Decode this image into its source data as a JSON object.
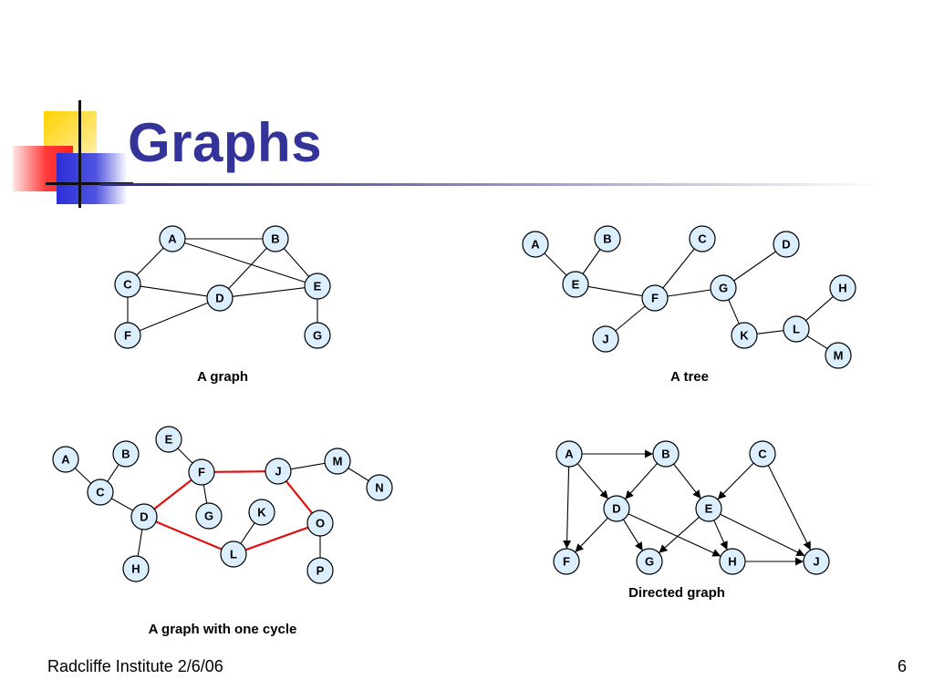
{
  "slide": {
    "title": "Graphs",
    "footer": "Radcliffe Institute 2/6/06",
    "page_number": "6"
  },
  "colors": {
    "title": "#333399",
    "node_fill": "#dcefff",
    "cycle_edge": "#e01010"
  },
  "diagrams": [
    {
      "id": "graph",
      "caption": "A graph",
      "nodes": [
        "A",
        "B",
        "C",
        "D",
        "E",
        "F",
        "G"
      ],
      "edges": [
        [
          "A",
          "B"
        ],
        [
          "A",
          "C"
        ],
        [
          "A",
          "E"
        ],
        [
          "B",
          "D"
        ],
        [
          "B",
          "E"
        ],
        [
          "C",
          "D"
        ],
        [
          "C",
          "F"
        ],
        [
          "D",
          "E"
        ],
        [
          "D",
          "F"
        ],
        [
          "E",
          "G"
        ]
      ]
    },
    {
      "id": "tree",
      "caption": "A tree",
      "nodes": [
        "A",
        "B",
        "C",
        "D",
        "E",
        "F",
        "G",
        "H",
        "J",
        "K",
        "L",
        "M"
      ],
      "edges": [
        [
          "A",
          "E"
        ],
        [
          "B",
          "E"
        ],
        [
          "E",
          "F"
        ],
        [
          "C",
          "F"
        ],
        [
          "F",
          "G"
        ],
        [
          "F",
          "J"
        ],
        [
          "G",
          "D"
        ],
        [
          "G",
          "K"
        ],
        [
          "K",
          "L"
        ],
        [
          "L",
          "H"
        ],
        [
          "L",
          "M"
        ]
      ]
    },
    {
      "id": "cycle",
      "caption": "A graph with one cycle",
      "nodes": [
        "A",
        "B",
        "C",
        "D",
        "E",
        "F",
        "G",
        "H",
        "J",
        "K",
        "L",
        "M",
        "N",
        "O",
        "P"
      ],
      "edges": [
        [
          "A",
          "C"
        ],
        [
          "B",
          "C"
        ],
        [
          "C",
          "D"
        ],
        [
          "D",
          "H"
        ],
        [
          "E",
          "F"
        ],
        [
          "F",
          "G"
        ],
        [
          "K",
          "L"
        ],
        [
          "J",
          "M"
        ],
        [
          "M",
          "N"
        ],
        [
          "O",
          "P"
        ]
      ],
      "cycle_edges": [
        [
          "D",
          "F"
        ],
        [
          "F",
          "J"
        ],
        [
          "J",
          "O"
        ],
        [
          "O",
          "L"
        ],
        [
          "L",
          "D"
        ]
      ]
    },
    {
      "id": "directed",
      "caption": "Directed graph",
      "nodes": [
        "A",
        "B",
        "C",
        "D",
        "E",
        "F",
        "G",
        "H",
        "J"
      ],
      "arcs": [
        [
          "A",
          "B"
        ],
        [
          "A",
          "D"
        ],
        [
          "A",
          "F"
        ],
        [
          "B",
          "D"
        ],
        [
          "B",
          "E"
        ],
        [
          "C",
          "E"
        ],
        [
          "C",
          "J"
        ],
        [
          "D",
          "F"
        ],
        [
          "D",
          "G"
        ],
        [
          "D",
          "H"
        ],
        [
          "E",
          "G"
        ],
        [
          "E",
          "H"
        ],
        [
          "E",
          "J"
        ],
        [
          "H",
          "J"
        ]
      ]
    }
  ]
}
